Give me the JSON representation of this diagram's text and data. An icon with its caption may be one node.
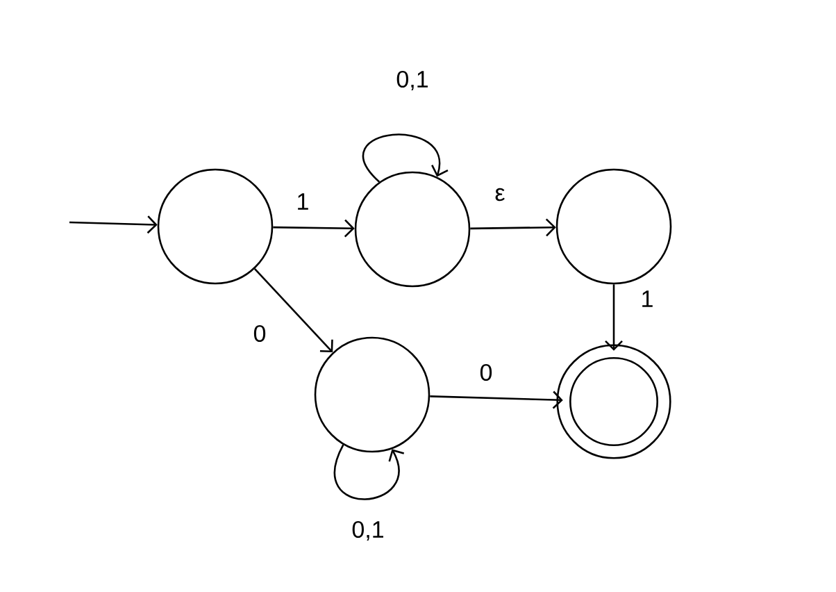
{
  "diagram": {
    "nodes": [
      {
        "text": [],
        "shape": "circle"
      },
      {
        "text": [],
        "shape": "circle"
      },
      {
        "text": [],
        "shape": "circle"
      },
      {
        "text": [],
        "shape": "circle"
      },
      {
        "text": [],
        "shape": "double-circle"
      }
    ],
    "edges": [
      {
        "from": null,
        "to": 0,
        "arrow": "to"
      },
      {
        "from": 0,
        "to": 1,
        "arrow": "to",
        "label": "1"
      },
      {
        "from": 1,
        "to": 1,
        "arrow": "to",
        "label": "0,1"
      },
      {
        "from": 1,
        "to": 2,
        "arrow": "to",
        "label": "ε"
      },
      {
        "from": 0,
        "to": 3,
        "arrow": "to",
        "label": "0"
      },
      {
        "from": 3,
        "to": 3,
        "arrow": "to",
        "label": "0,1"
      },
      {
        "from": 3,
        "to": 4,
        "arrow": "to",
        "label": "0"
      },
      {
        "from": 2,
        "to": 4,
        "arrow": "to",
        "label": "1"
      }
    ]
  }
}
